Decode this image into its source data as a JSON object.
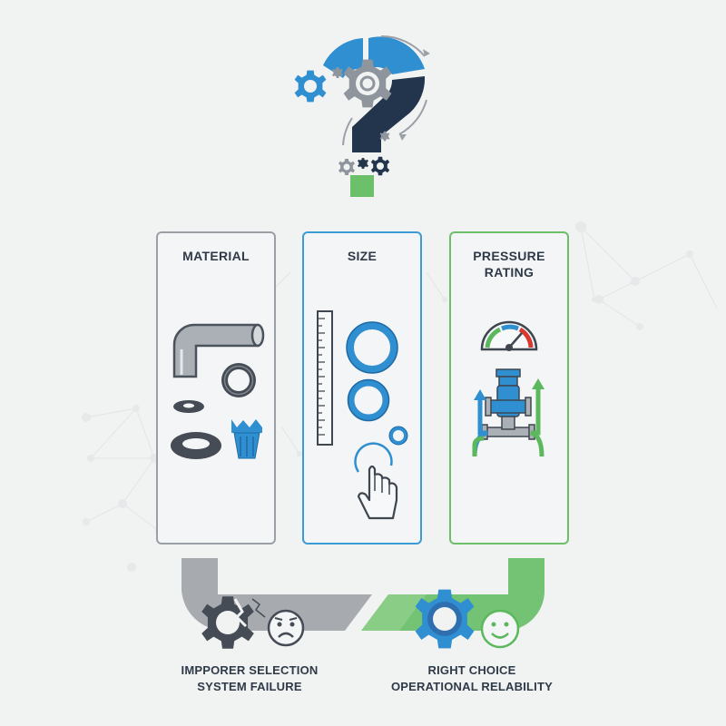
{
  "cards": {
    "material": {
      "title": "MATERIAL",
      "border": "#9aa0a6"
    },
    "size": {
      "title": "SIZE",
      "border": "#3a9bd5"
    },
    "pressure": {
      "title_line1": "PRESSURE",
      "title_line2": "RATING",
      "border": "#6dbf6a"
    }
  },
  "outcomes": {
    "bad": {
      "line1": "IMPPORER SELECTION",
      "line2": "SYSTEM FAILURE"
    },
    "good": {
      "line1": "RIGHT CHOICE",
      "line2": "OPERATIONAL RELABILITY"
    }
  },
  "colors": {
    "navy": "#23344d",
    "blue": "#2f8fd0",
    "green": "#5cb85c",
    "gray": "#9ea3a8",
    "background": "#f1f2f2"
  },
  "icons": [
    "question-mark-icon",
    "gear-icon",
    "pipe-elbow-icon",
    "washer-icon",
    "fitting-icon",
    "ruler-icon",
    "ring-icon",
    "pointer-hand-icon",
    "pressure-gauge-icon",
    "valve-icon",
    "sad-face-icon",
    "happy-face-icon"
  ]
}
